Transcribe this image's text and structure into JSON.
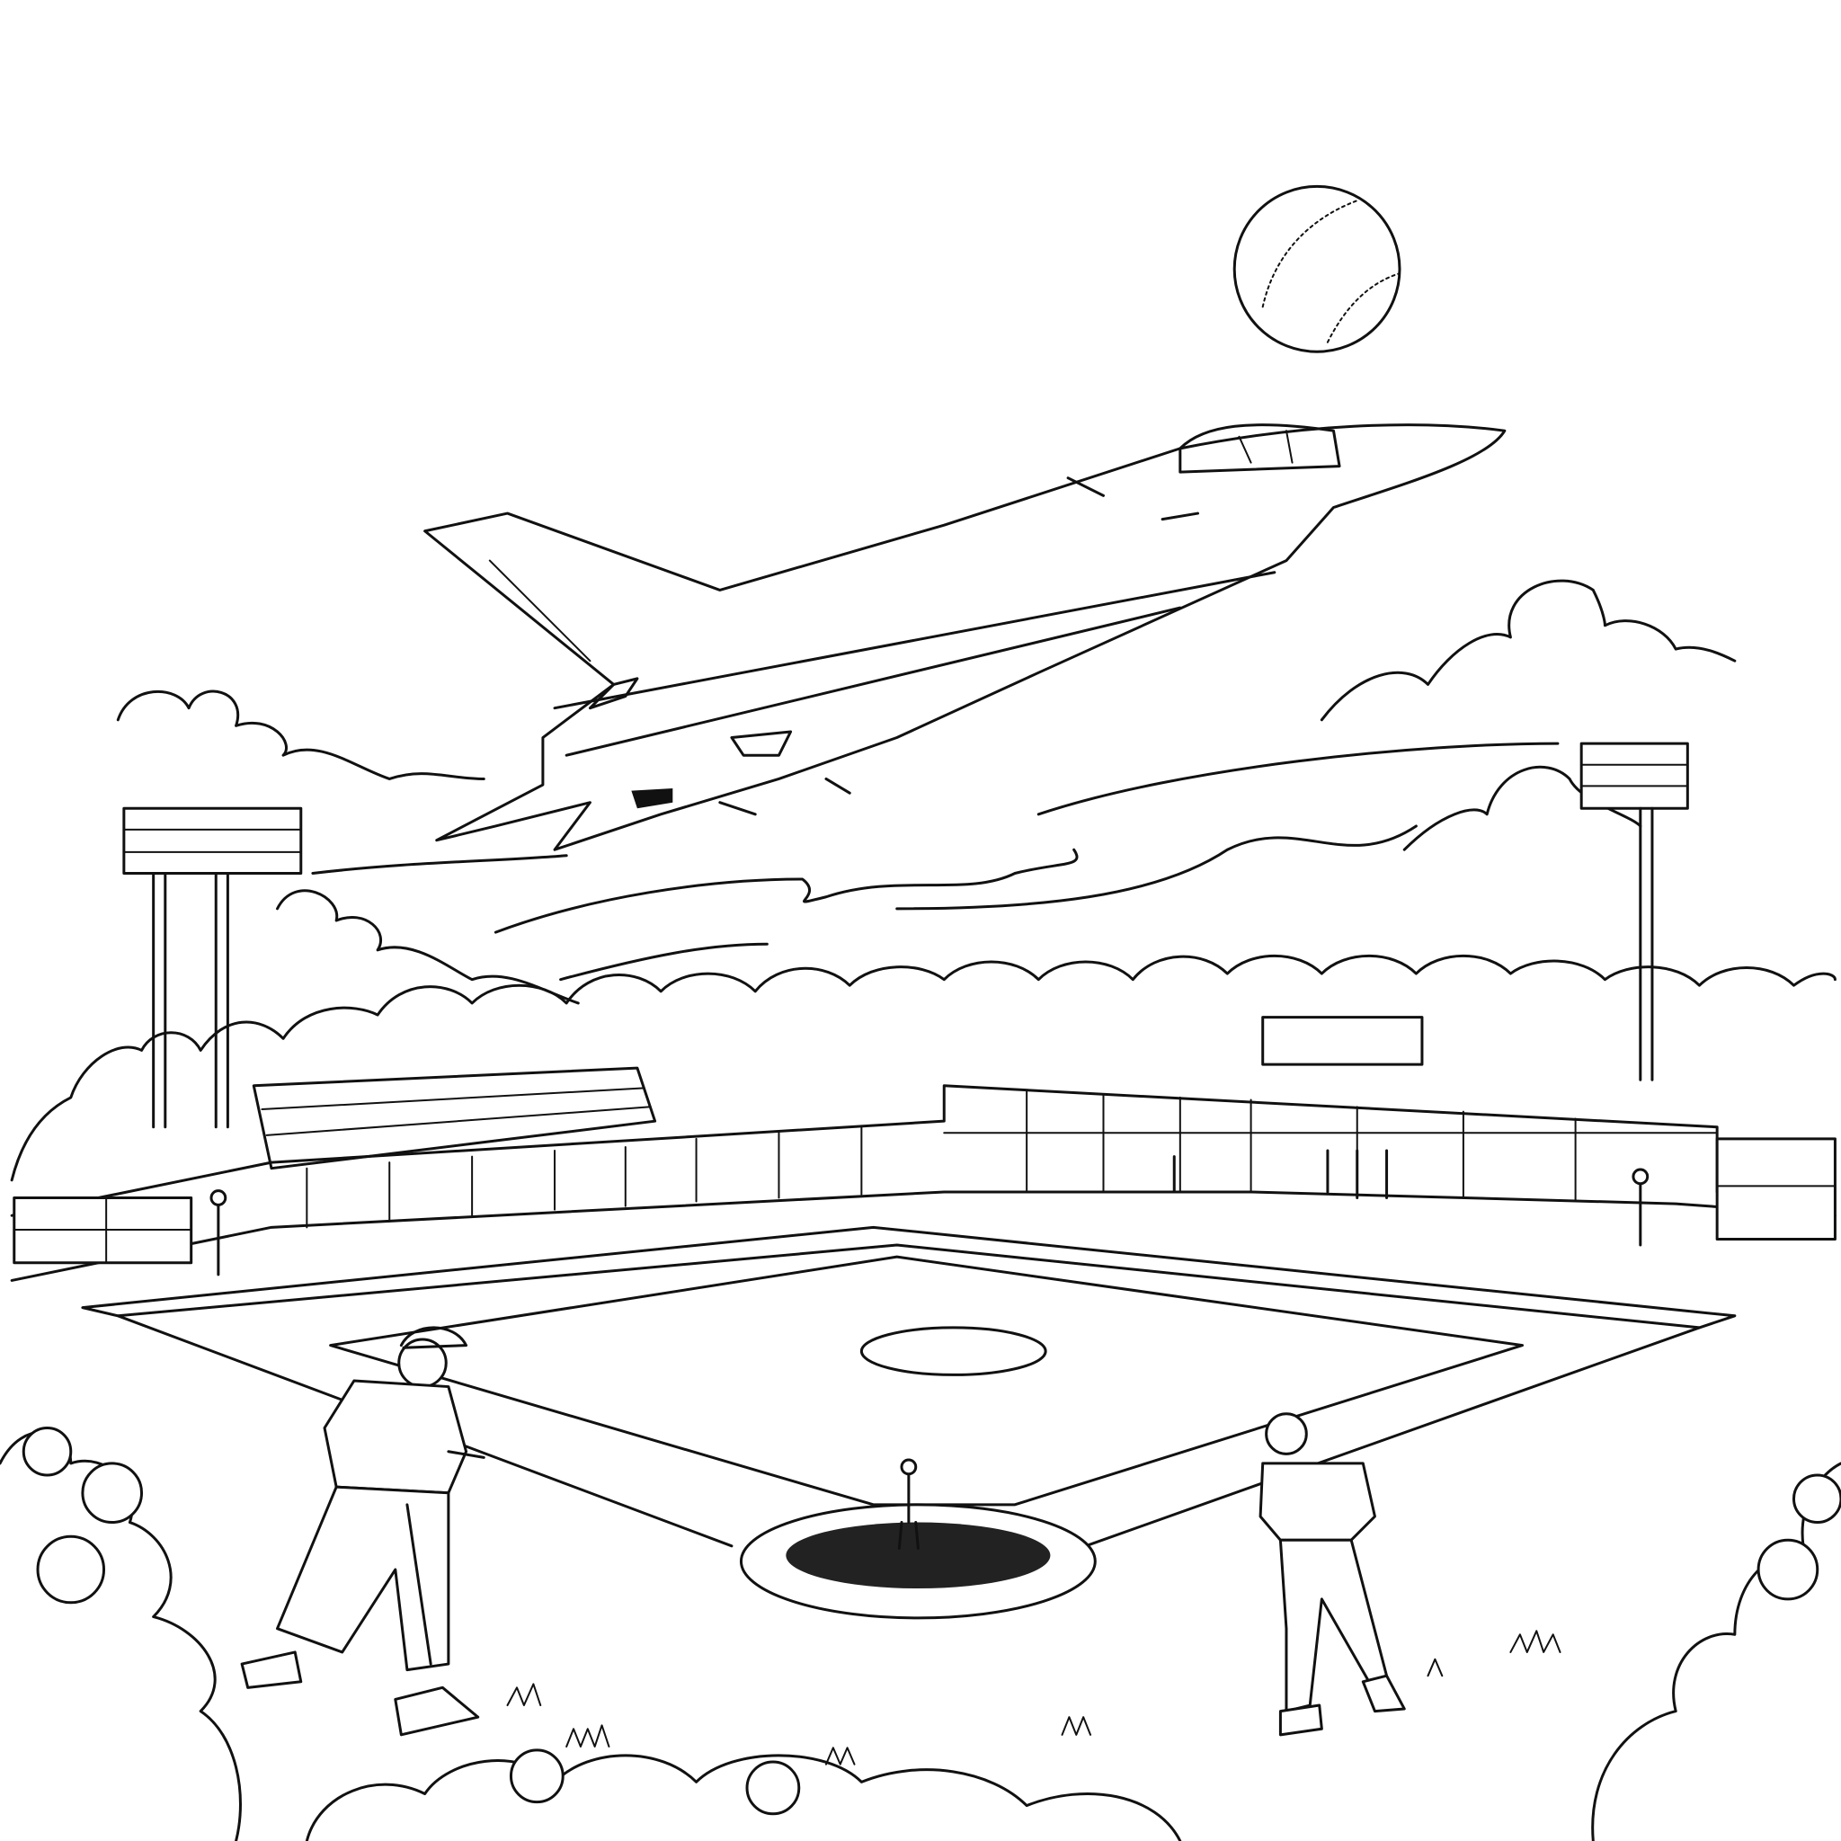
{
  "scene": {
    "subjects": [
      "baseball",
      "jet",
      "clouds",
      "stadium-lights",
      "trees",
      "stands",
      "scoreboard",
      "baseball-field",
      "players",
      "crowd"
    ],
    "colors": {
      "line": "#111111",
      "background": "#ffffff",
      "mound": "#222222"
    }
  }
}
